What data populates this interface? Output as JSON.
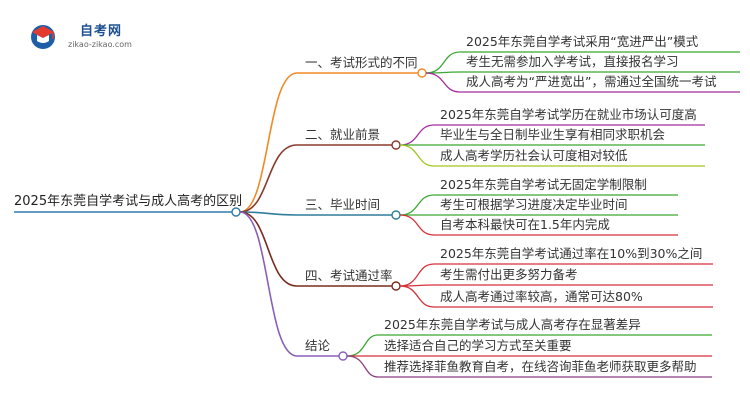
{
  "logo": {
    "title": "自考网",
    "url": "zikao-zikao.com"
  },
  "root": "2025年东莞自学考试与成人高考的区别",
  "colors": {
    "root": "#2f7ba8",
    "b1": "#f08a24",
    "b2": "#8b3a2b",
    "b3": "#2e7d9a",
    "b4": "#7a2b1e",
    "b5": "#8a5fb8",
    "leaf1": "#3aa832",
    "leaf2": "#a0c822",
    "leaf3": "#a52a9e",
    "leaf4": "#d62f3a",
    "leaf5": "#8b3f80"
  },
  "branches": [
    {
      "label": "一、考试形式的不同",
      "children": [
        "2025年东莞自学考试采用“宽进严出”模式",
        "考生无需参加入学考试，直接报名学习",
        "成人高考为“严进宽出”，需通过全国统一考试"
      ]
    },
    {
      "label": "二、就业前景",
      "children": [
        "2025年东莞自学考试学历在就业市场认可度高",
        "毕业生与全日制毕业生享有相同求职机会",
        "成人高考学历社会认可度相对较低"
      ]
    },
    {
      "label": "三、毕业时间",
      "children": [
        "2025年东莞自学考试无固定学制限制",
        "考生可根据学习进度决定毕业时间",
        "自考本科最快可在1.5年内完成"
      ]
    },
    {
      "label": "四、考试通过率",
      "children": [
        "2025年东莞自学考试通过率在10%到30%之间",
        "考生需付出更多努力备考",
        "成人高考通过率较高，通常可达80%"
      ]
    },
    {
      "label": "结论",
      "children": [
        "2025年东莞自学考试与成人高考存在显著差异",
        "选择适合自己的学习方式至关重要",
        "推荐选择菲鱼教育自考，在线咨询菲鱼老师获取更多帮助"
      ]
    }
  ]
}
